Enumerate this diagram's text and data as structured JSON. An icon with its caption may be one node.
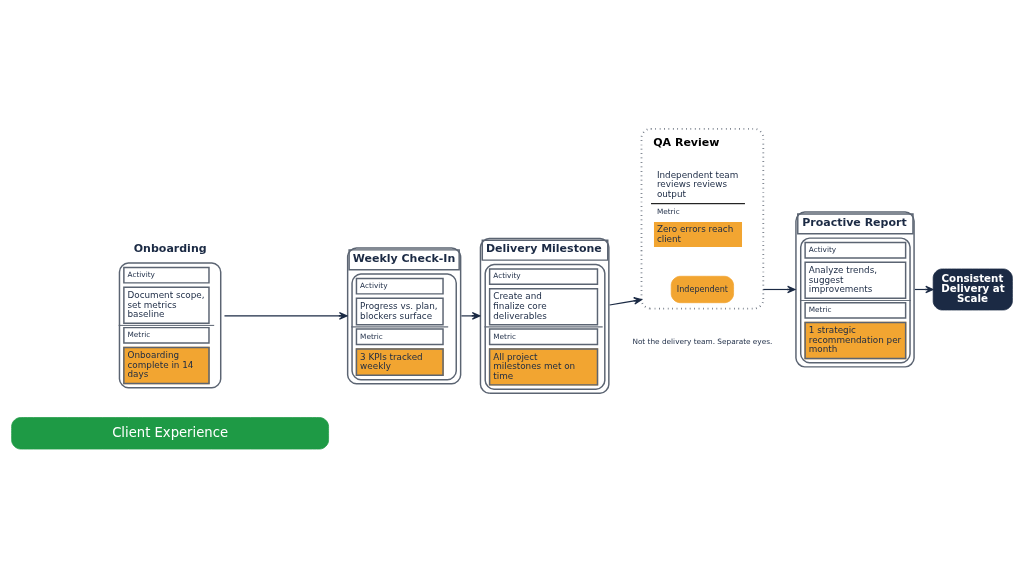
{
  "diagram": {
    "nodes": [
      {
        "text": [
          "Onboarding",
          "Activity",
          "Document scope, set metrics baseline",
          "Metric",
          "Onboarding complete in 14 days"
        ]
      },
      {
        "text": [
          "Weekly Check-In",
          "Activity",
          "Progress vs. plan, blockers surface",
          "Metric",
          "3 KPIs tracked weekly"
        ]
      },
      {
        "text": [
          "Delivery Milestone",
          "Activity",
          "Create and finalize core deliverables",
          "Metric",
          "All project milestones met on time"
        ]
      },
      {
        "text": [
          "QA Review",
          "Independent team reviews reviews output",
          "Metric",
          "Zero errors reach client"
        ],
        "beside": [
          "Not the delivery team. Separate eyes."
        ]
      },
      {
        "text": [
          "Independent"
        ],
        "in": 3
      },
      {
        "text": [
          "Proactive Report",
          "Activity",
          "Analyze trends, suggest improvements",
          "Metric",
          "1 strategic recommendation per month"
        ]
      },
      {
        "text": [
          "Consistent Delivery at Scale"
        ]
      },
      {
        "text": [
          "Client Experience"
        ]
      }
    ],
    "edges": [
      {
        "from": 0,
        "to": 1,
        "arrow": "to"
      },
      {
        "from": 1,
        "to": 2,
        "arrow": "to"
      },
      {
        "from": 2,
        "to": 3,
        "arrow": "to"
      },
      {
        "from": 3,
        "to": 5,
        "arrow": "to"
      },
      {
        "from": 5,
        "to": 6,
        "arrow": "to"
      }
    ]
  }
}
